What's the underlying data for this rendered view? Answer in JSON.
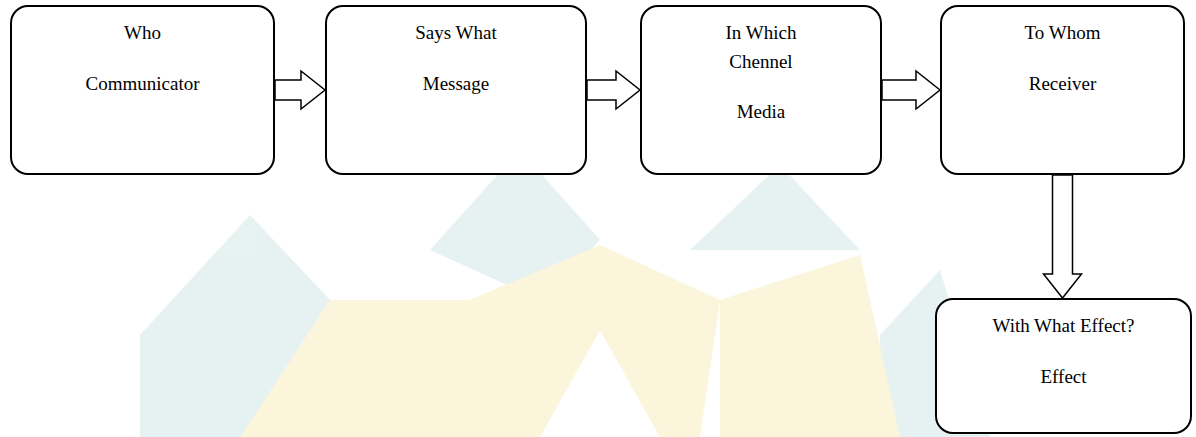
{
  "diagram": {
    "nodes": [
      {
        "text": [
          "Who",
          "Communicator"
        ]
      },
      {
        "text": [
          "Says What",
          "Message"
        ]
      },
      {
        "text": [
          "In Which Chennel",
          "Media"
        ]
      },
      {
        "text": [
          "To Whom",
          "Receiver"
        ]
      },
      {
        "text": [
          "With What Effect?",
          "Effect"
        ]
      }
    ],
    "edges": [
      {
        "from": 0,
        "to": 1,
        "arrow": "to"
      },
      {
        "from": 1,
        "to": 2,
        "arrow": "to"
      },
      {
        "from": 2,
        "to": 3,
        "arrow": "to"
      },
      {
        "from": 3,
        "to": 4,
        "arrow": "to"
      }
    ]
  }
}
